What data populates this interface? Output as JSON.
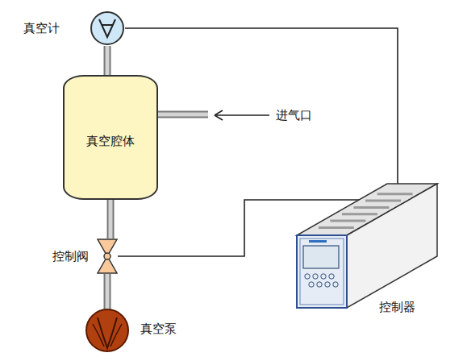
{
  "diagram": {
    "nodes": [
      {
        "text": [
          "真空计"
        ]
      },
      {
        "text": [
          "真空腔体"
        ]
      },
      {
        "text": [
          "控制阀"
        ]
      },
      {
        "text": [
          "真空泵"
        ]
      },
      {
        "text": [
          "控制器"
        ]
      }
    ],
    "edges": [
      {
        "from": 0,
        "to": 1,
        "arrow": "none"
      },
      {
        "from": 1,
        "to": 2,
        "arrow": "none"
      },
      {
        "from": 2,
        "to": 3,
        "arrow": "none"
      },
      {
        "from": 0,
        "to": 4,
        "arrow": "none"
      },
      {
        "from": 2,
        "to": 4,
        "arrow": "none"
      }
    ],
    "labels": [
      "进气口"
    ]
  }
}
